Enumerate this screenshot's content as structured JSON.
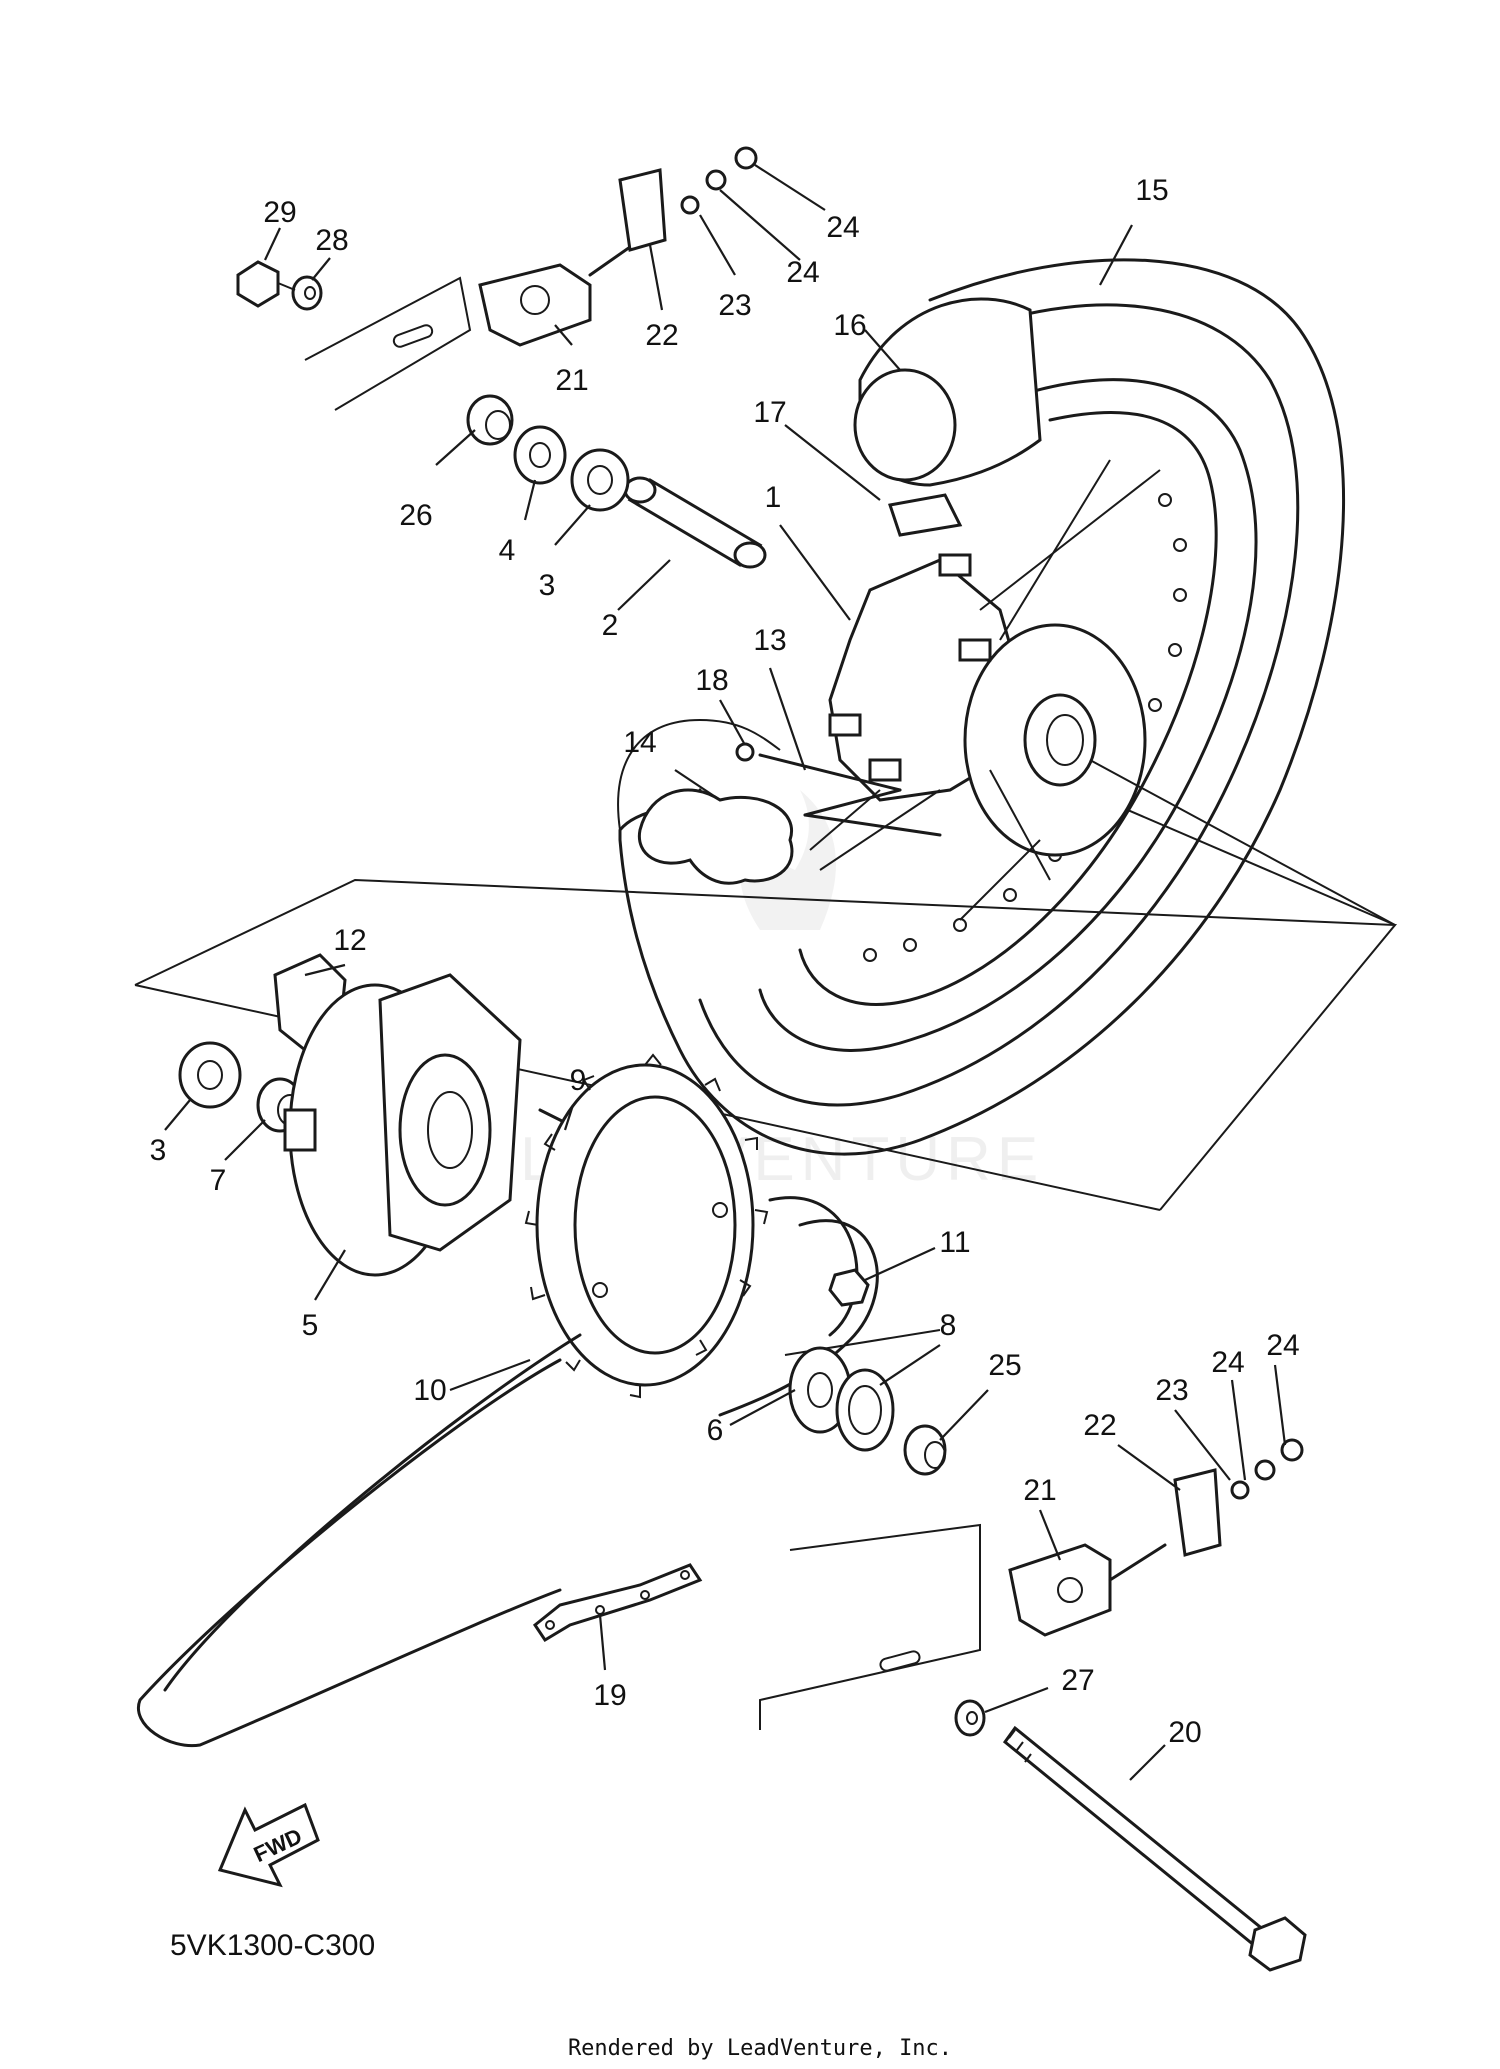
{
  "diagram": {
    "drawing_code": "5VK1300-C300",
    "fwd_label": "FWD",
    "credit": "Rendered by LeadVenture, Inc.",
    "watermark": "LEADVENTURE",
    "callouts": [
      "29",
      "28",
      "21",
      "22",
      "23",
      "24",
      "24",
      "15",
      "16",
      "17",
      "1",
      "26",
      "4",
      "3",
      "2",
      "13",
      "18",
      "14",
      "12",
      "3",
      "7",
      "9",
      "5",
      "10",
      "11",
      "8",
      "6",
      "25",
      "24",
      "24",
      "23",
      "22",
      "21",
      "19",
      "27",
      "20"
    ]
  }
}
